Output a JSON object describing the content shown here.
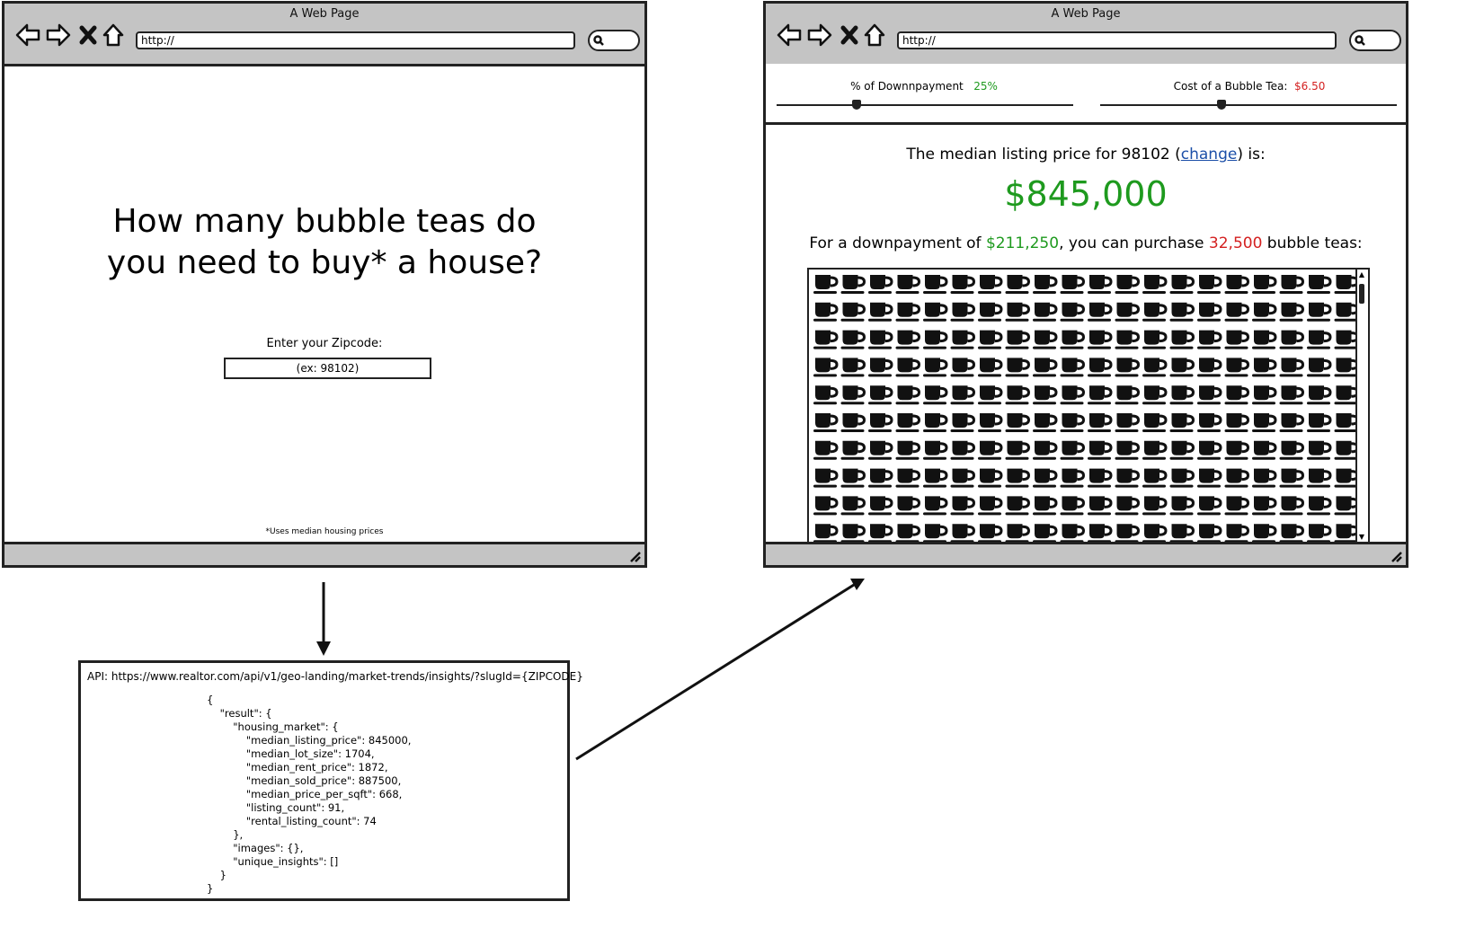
{
  "left_browser": {
    "window_title": "A Web Page",
    "address": "http://",
    "headline": "How many bubble teas do you need to buy* a house?",
    "zip_label": "Enter your Zipcode:",
    "zip_placeholder": "(ex: 98102)",
    "footnote": "*Uses median housing prices"
  },
  "right_browser": {
    "window_title": "A Web Page",
    "address": "http://",
    "downpayment_label": "% of Downnpayment",
    "downpayment_value": "25%",
    "downpayment_slider_level": 0.27,
    "bubble_tea_label": "Cost of a Bubble Tea:",
    "bubble_tea_value": "$6.50",
    "bubble_tea_slider_level": 0.41,
    "median_prefix": "The median listing price for 98102 (",
    "change_link": "change",
    "median_suffix": ") is:",
    "median_price": "$845,000",
    "purchase_prefix": "For a downpayment of ",
    "downpayment_amount": "$211,250",
    "purchase_middle": ", you can purchase ",
    "bubble_tea_count": "32,500",
    "purchase_suffix": " bubble teas:",
    "cup_grid": {
      "rows": 10,
      "cols": 20,
      "icon": "coffee-cup-icon"
    }
  },
  "api_box": {
    "url": "API: https://www.realtor.com/api/v1/geo-landing/market-trends/insights/?slugId={ZIPCODE}",
    "json_lines": [
      "{",
      "    \"result\": {",
      "        \"housing_market\": {",
      "            \"median_listing_price\": 845000,",
      "            \"median_lot_size\": 1704,",
      "            \"median_rent_price\": 1872,",
      "            \"median_sold_price\": 887500,",
      "            \"median_price_per_sqft\": 668,",
      "            \"listing_count\": 91,",
      "            \"rental_listing_count\": 74",
      "        },",
      "        \"images\": {},",
      "        \"unique_insights\": []",
      "    }",
      "}"
    ]
  },
  "colors": {
    "chrome": "#c4c4c4",
    "green": "#1e9a1e",
    "red": "#d42020",
    "link": "#1c4fa8"
  }
}
